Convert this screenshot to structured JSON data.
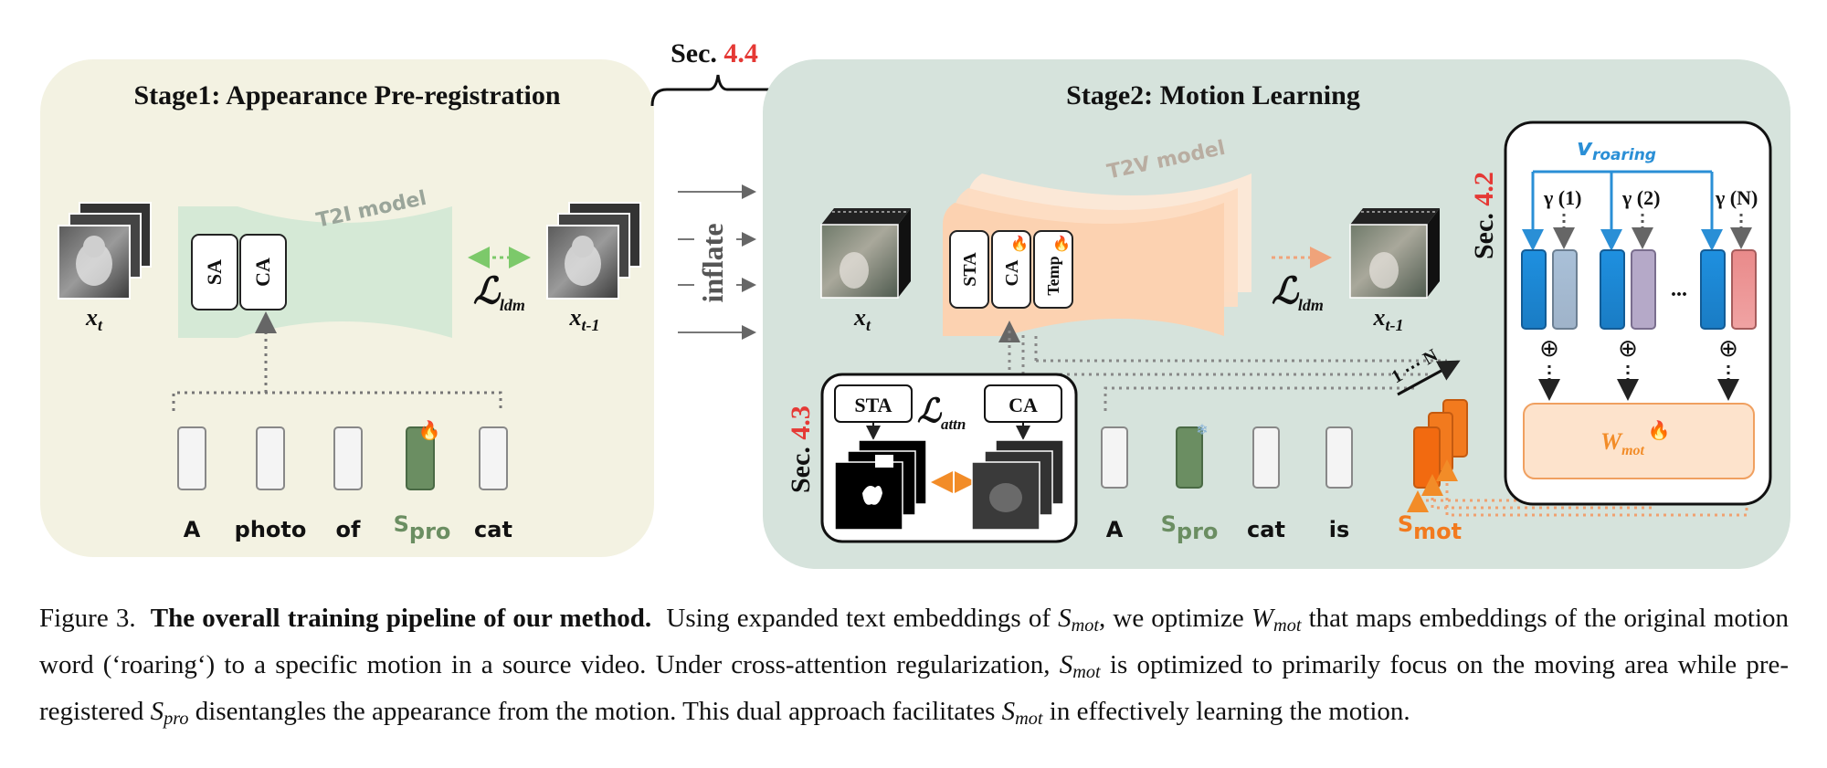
{
  "sec_top": {
    "prefix": "Sec.",
    "num": "4.4"
  },
  "inflate_label": "inflate",
  "stage1": {
    "title": "Stage1: Appearance Pre-registration",
    "model_label": "T2I model",
    "blocks": [
      "SA",
      "CA"
    ],
    "input_label": {
      "base": "x",
      "sub": "t"
    },
    "output_label": {
      "base": "x",
      "sub": "t-1"
    },
    "loss": {
      "base": "ℒ",
      "sub": "ldm"
    },
    "tokens": [
      "A",
      "photo",
      "of",
      "S",
      "cat"
    ],
    "spro_sub": "pro"
  },
  "stage2": {
    "title": "Stage2: Motion Learning",
    "model_label": "T2V model",
    "blocks": [
      "STA",
      "CA",
      "Temp"
    ],
    "input_label": {
      "base": "x",
      "sub": "t"
    },
    "output_label": {
      "base": "x",
      "sub": "t-1"
    },
    "loss": {
      "base": "ℒ",
      "sub": "ldm"
    },
    "tokens": [
      "A",
      "S",
      "cat",
      "is",
      "S"
    ],
    "spro_sub": "pro",
    "smot_sub": "mot",
    "range_label": "1 ⋯ N"
  },
  "sec43": {
    "prefix": "Sec.",
    "num": "4.3",
    "left_label": "STA",
    "right_label": "CA",
    "loss": {
      "base": "ℒ",
      "sub": "attn"
    }
  },
  "sec42": {
    "prefix": "Sec.",
    "num": "4.2",
    "v_label": {
      "base": "v",
      "sub": "roaring"
    },
    "gammas": [
      "γ (1)",
      "γ (2)",
      "γ (N)"
    ],
    "dots": "...",
    "oplus": "⊕",
    "w_label": {
      "base": "W",
      "sub": "mot"
    }
  },
  "caption": {
    "fig_no": "Figure 3.",
    "bold": "The overall training pipeline of our method.",
    "t1": "Using expanded text embeddings of",
    "t2": ", we optimize",
    "t3": "that maps embeddings of the original motion word (‘roaring‘) to a specific motion in a source video. Under cross-attention regularization,",
    "t4": "is optimized to primarily focus on the moving area while pre-registered",
    "t5": "disentangles the appearance from the motion. This dual approach facilitates",
    "t6": "in effectively learning the motion.",
    "s_base": "S",
    "w_base": "W",
    "mot": "mot",
    "pro": "pro"
  },
  "colors": {
    "stage1_bg": "#f3f2e2",
    "stage2_bg": "#d6e3dc",
    "t2i_model": "#d5e9d6",
    "t2v_model": "#fcd2b1",
    "spro_green": "#6b8e62",
    "smot_orange": "#f27a1e",
    "accent_red": "#e53935",
    "blue": "#2a8fd6"
  }
}
